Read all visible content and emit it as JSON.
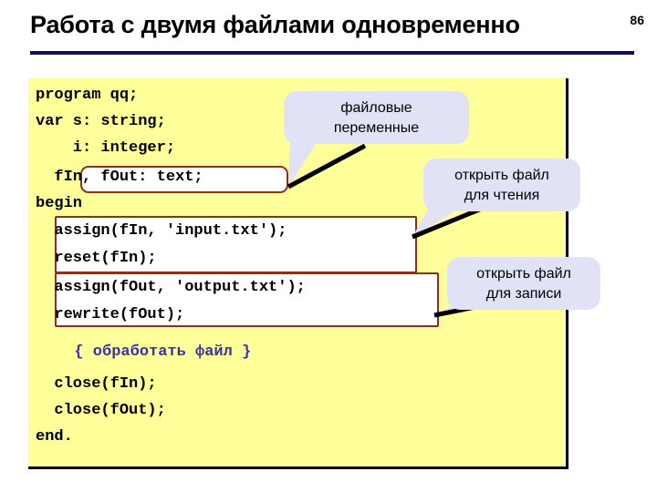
{
  "slide": {
    "title": "Работа с двумя файлами одновременно",
    "page_number": "86",
    "accent_color": "#0d0d61",
    "panel_color": "#ffff99",
    "bubble_color": "#e2e2f6",
    "highlight_border_color": "#8c2f1e",
    "comment_color": "#3333aa"
  },
  "code": {
    "lines": [
      {
        "id": "l1",
        "text": "program qq;"
      },
      {
        "id": "l2",
        "text": "var s: string;"
      },
      {
        "id": "l3",
        "text": "    i: integer;"
      },
      {
        "id": "l4",
        "text": "  fIn, fOut: text;"
      },
      {
        "id": "l5",
        "text": "begin"
      },
      {
        "id": "l6",
        "text": "  assign(fIn, 'input.txt');"
      },
      {
        "id": "l7",
        "text": "  reset(fIn);"
      },
      {
        "id": "l8",
        "text": "  assign(fOut, 'output.txt');"
      },
      {
        "id": "l9",
        "text": "  rewrite(fOut);"
      },
      {
        "id": "l10",
        "text": "  { обработать файл }"
      },
      {
        "id": "l11",
        "text": "  close(fIn);"
      },
      {
        "id": "l12",
        "text": "  close(fOut);"
      },
      {
        "id": "l13",
        "text": "end."
      }
    ]
  },
  "callouts": [
    {
      "id": "filevars",
      "line1": "файловые",
      "line2": "переменные"
    },
    {
      "id": "read",
      "line1": "открыть файл",
      "line2": "для чтения"
    },
    {
      "id": "write",
      "line1": "открыть файл",
      "line2": "для записи"
    }
  ]
}
